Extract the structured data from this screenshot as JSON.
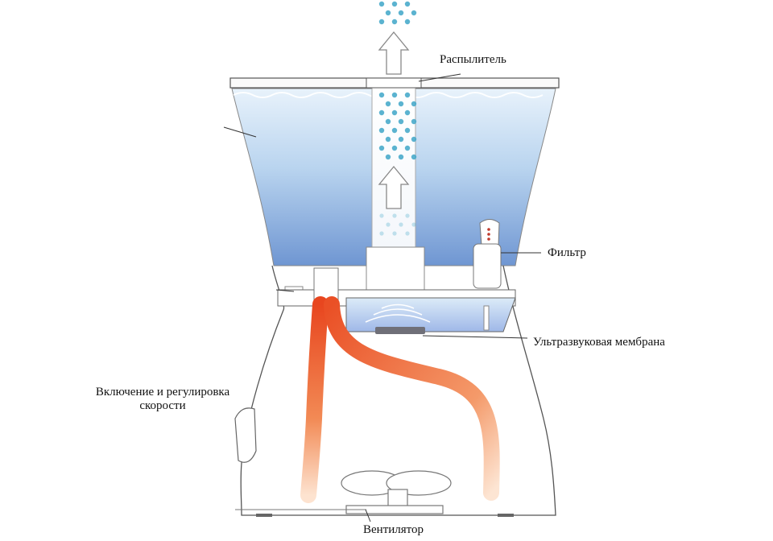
{
  "labels": {
    "sprayer": "Распылитель",
    "filter": "Фильтр",
    "membrane": "Ультразвуковая мембрана",
    "power_speed": "Включение и регулировка скорости",
    "fan": "Вентилятор"
  },
  "colors": {
    "water_top": "#eaf3fb",
    "water_bottom": "#7ea3d8",
    "mist_dots": "#3ea6c8",
    "heat_core": "#ee5a2c",
    "heat_fade": "#fbd6bd",
    "outline": "#555555",
    "label_text": "#111111"
  }
}
